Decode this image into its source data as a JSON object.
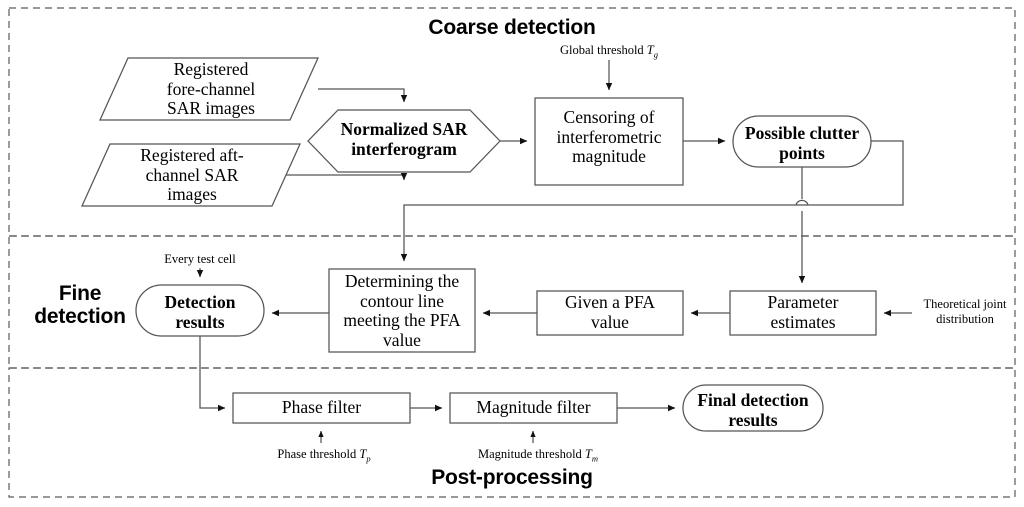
{
  "diagram": {
    "title_sections": [
      {
        "id": "coarse",
        "label": "Coarse detection"
      },
      {
        "id": "fine",
        "label": "Fine\ndetection"
      },
      {
        "id": "post",
        "label": "Post-processing"
      }
    ],
    "colors": {
      "stroke": "#555555",
      "stroke_dark": "#1a1a1a",
      "dashed_border": "#5a5a5a",
      "text": "#000000",
      "background": "#ffffff"
    },
    "nodes": [
      {
        "id": "fore-images",
        "shape": "parallelogram",
        "label": "Registered\nfore-channel\nSAR images",
        "style": "regular"
      },
      {
        "id": "aft-images",
        "shape": "parallelogram",
        "label": "Registered aft-\nchannel SAR\nimages",
        "style": "regular"
      },
      {
        "id": "normalized-interferogram",
        "shape": "hexagon",
        "label": "Normalized SAR\ninterferogram",
        "style": "bold"
      },
      {
        "id": "censoring",
        "shape": "rect",
        "label": "Censoring of\ninterferometric\nmagnitude",
        "style": "regular"
      },
      {
        "id": "possible-clutter-points",
        "shape": "stadium",
        "label": "Possible clutter\npoints",
        "style": "bold"
      },
      {
        "id": "detection-results",
        "shape": "stadium",
        "label": "Detection\nresults",
        "style": "bold"
      },
      {
        "id": "determining-contour",
        "shape": "rect",
        "label": "Determining the\ncontour line\nmeeting the PFA\nvalue",
        "style": "regular"
      },
      {
        "id": "given-pfa",
        "shape": "rect",
        "label": "Given a PFA\nvalue",
        "style": "regular"
      },
      {
        "id": "parameter-estimates",
        "shape": "rect",
        "label": "Parameter\nestimates",
        "style": "regular"
      },
      {
        "id": "phase-filter",
        "shape": "rect",
        "label": "Phase filter",
        "style": "regular"
      },
      {
        "id": "magnitude-filter",
        "shape": "rect",
        "label": "Magnitude filter",
        "style": "regular"
      },
      {
        "id": "final-detection-results",
        "shape": "stadium",
        "label": "Final detection\nresults",
        "style": "bold"
      }
    ],
    "annotations": [
      {
        "id": "global-threshold",
        "text": "Global threshold",
        "symbol": "T",
        "subscript": "g"
      },
      {
        "id": "every-test-cell",
        "text": "Every test cell",
        "symbol": "",
        "subscript": ""
      },
      {
        "id": "theoretical-joint-distribution",
        "text": "Theoretical joint\ndistribution",
        "symbol": "",
        "subscript": ""
      },
      {
        "id": "phase-threshold",
        "text": "Phase threshold",
        "symbol": "T",
        "subscript": "p"
      },
      {
        "id": "magnitude-threshold",
        "text": "Magnitude threshold",
        "symbol": "T",
        "subscript": "m"
      }
    ],
    "edges": [
      {
        "from": "fore-images",
        "to": "normalized-interferogram"
      },
      {
        "from": "aft-images",
        "to": "normalized-interferogram"
      },
      {
        "from": "normalized-interferogram",
        "to": "censoring"
      },
      {
        "from": "global-threshold",
        "to": "censoring"
      },
      {
        "from": "censoring",
        "to": "possible-clutter-points"
      },
      {
        "from": "possible-clutter-points",
        "to": "determining-contour"
      },
      {
        "from": "possible-clutter-points",
        "to": "parameter-estimates"
      },
      {
        "from": "theoretical-joint-distribution",
        "to": "parameter-estimates"
      },
      {
        "from": "parameter-estimates",
        "to": "given-pfa"
      },
      {
        "from": "given-pfa",
        "to": "determining-contour"
      },
      {
        "from": "determining-contour",
        "to": "detection-results"
      },
      {
        "from": "every-test-cell",
        "to": "detection-results"
      },
      {
        "from": "detection-results",
        "to": "phase-filter"
      },
      {
        "from": "phase-threshold",
        "to": "phase-filter"
      },
      {
        "from": "phase-filter",
        "to": "magnitude-filter"
      },
      {
        "from": "magnitude-threshold",
        "to": "magnitude-filter"
      },
      {
        "from": "magnitude-filter",
        "to": "final-detection-results"
      }
    ]
  }
}
